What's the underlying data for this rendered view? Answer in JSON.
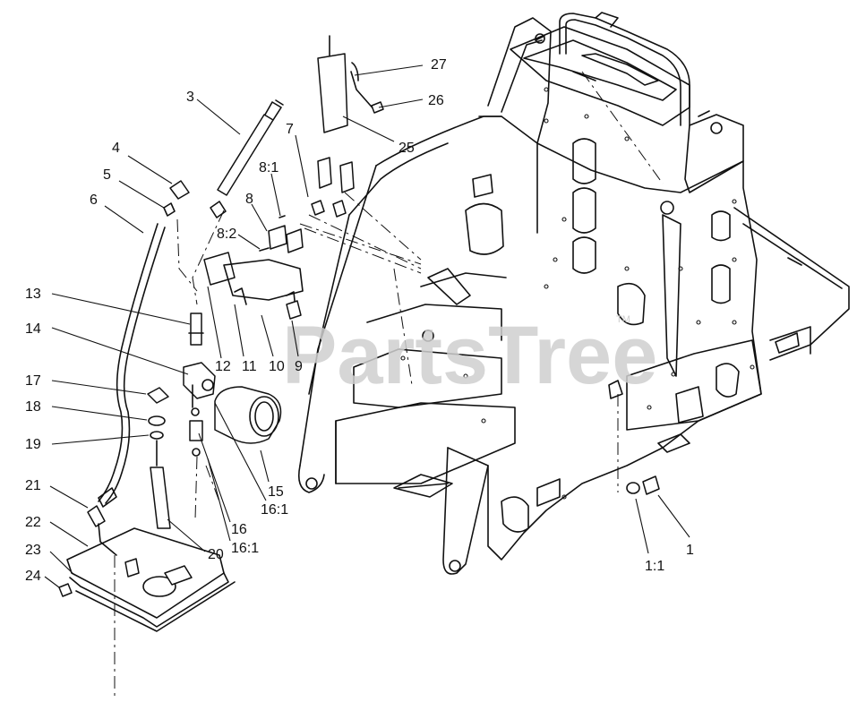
{
  "watermark": {
    "text": "PartsTree",
    "mark": "TM"
  },
  "callouts": [
    {
      "id": "c27",
      "text": "27"
    },
    {
      "id": "c26",
      "text": "26"
    },
    {
      "id": "c25",
      "text": "25"
    },
    {
      "id": "c3",
      "text": "3"
    },
    {
      "id": "c4",
      "text": "4"
    },
    {
      "id": "c5",
      "text": "5"
    },
    {
      "id": "c6",
      "text": "6"
    },
    {
      "id": "c7",
      "text": "7"
    },
    {
      "id": "c8-1",
      "text": "8:1"
    },
    {
      "id": "c8",
      "text": "8"
    },
    {
      "id": "c8-2",
      "text": "8:2"
    },
    {
      "id": "c13",
      "text": "13"
    },
    {
      "id": "c14",
      "text": "14"
    },
    {
      "id": "c12",
      "text": "12"
    },
    {
      "id": "c11",
      "text": "11"
    },
    {
      "id": "c10",
      "text": "10"
    },
    {
      "id": "c9",
      "text": "9"
    },
    {
      "id": "c17",
      "text": "17"
    },
    {
      "id": "c18",
      "text": "18"
    },
    {
      "id": "c19",
      "text": "19"
    },
    {
      "id": "c15",
      "text": "15"
    },
    {
      "id": "c16-1a",
      "text": "16:1"
    },
    {
      "id": "c16",
      "text": "16"
    },
    {
      "id": "c16-1b",
      "text": "16:1"
    },
    {
      "id": "c21",
      "text": "21"
    },
    {
      "id": "c22",
      "text": "22"
    },
    {
      "id": "c23",
      "text": "23"
    },
    {
      "id": "c24",
      "text": "24"
    },
    {
      "id": "c20",
      "text": "20"
    },
    {
      "id": "c1-1",
      "text": "1:1"
    },
    {
      "id": "c1",
      "text": "1"
    }
  ]
}
